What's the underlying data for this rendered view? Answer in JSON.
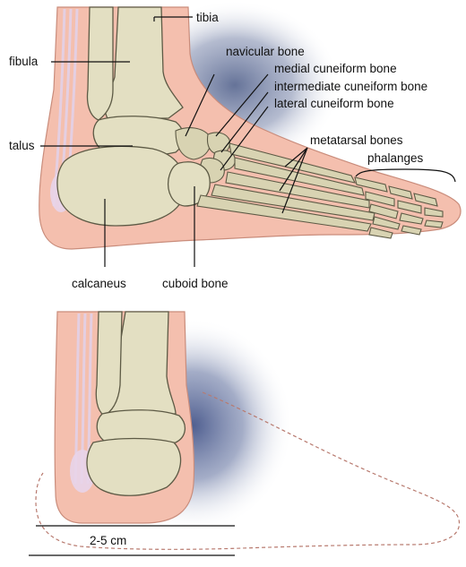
{
  "labels": {
    "tibia": "tibia",
    "fibula": "fibula",
    "navicular": "navicular bone",
    "medial_cuneiform": "medial cuneiform bone",
    "intermediate_cuneiform": "intermediate cuneiform bone",
    "lateral_cuneiform": "lateral cuneiform bone",
    "talus": "talus",
    "metatarsal": "metatarsal bones",
    "phalanges": "phalanges",
    "calcaneus": "calcaneus",
    "cuboid": "cuboid bone"
  },
  "measurement": {
    "label": "2-5 cm"
  },
  "colors": {
    "skin": "#f4bfae",
    "bone": "#e3dfc2",
    "bone_outline": "#5d5a45",
    "swelling": "#4a5a86",
    "tendon": "#e8d6ea"
  }
}
